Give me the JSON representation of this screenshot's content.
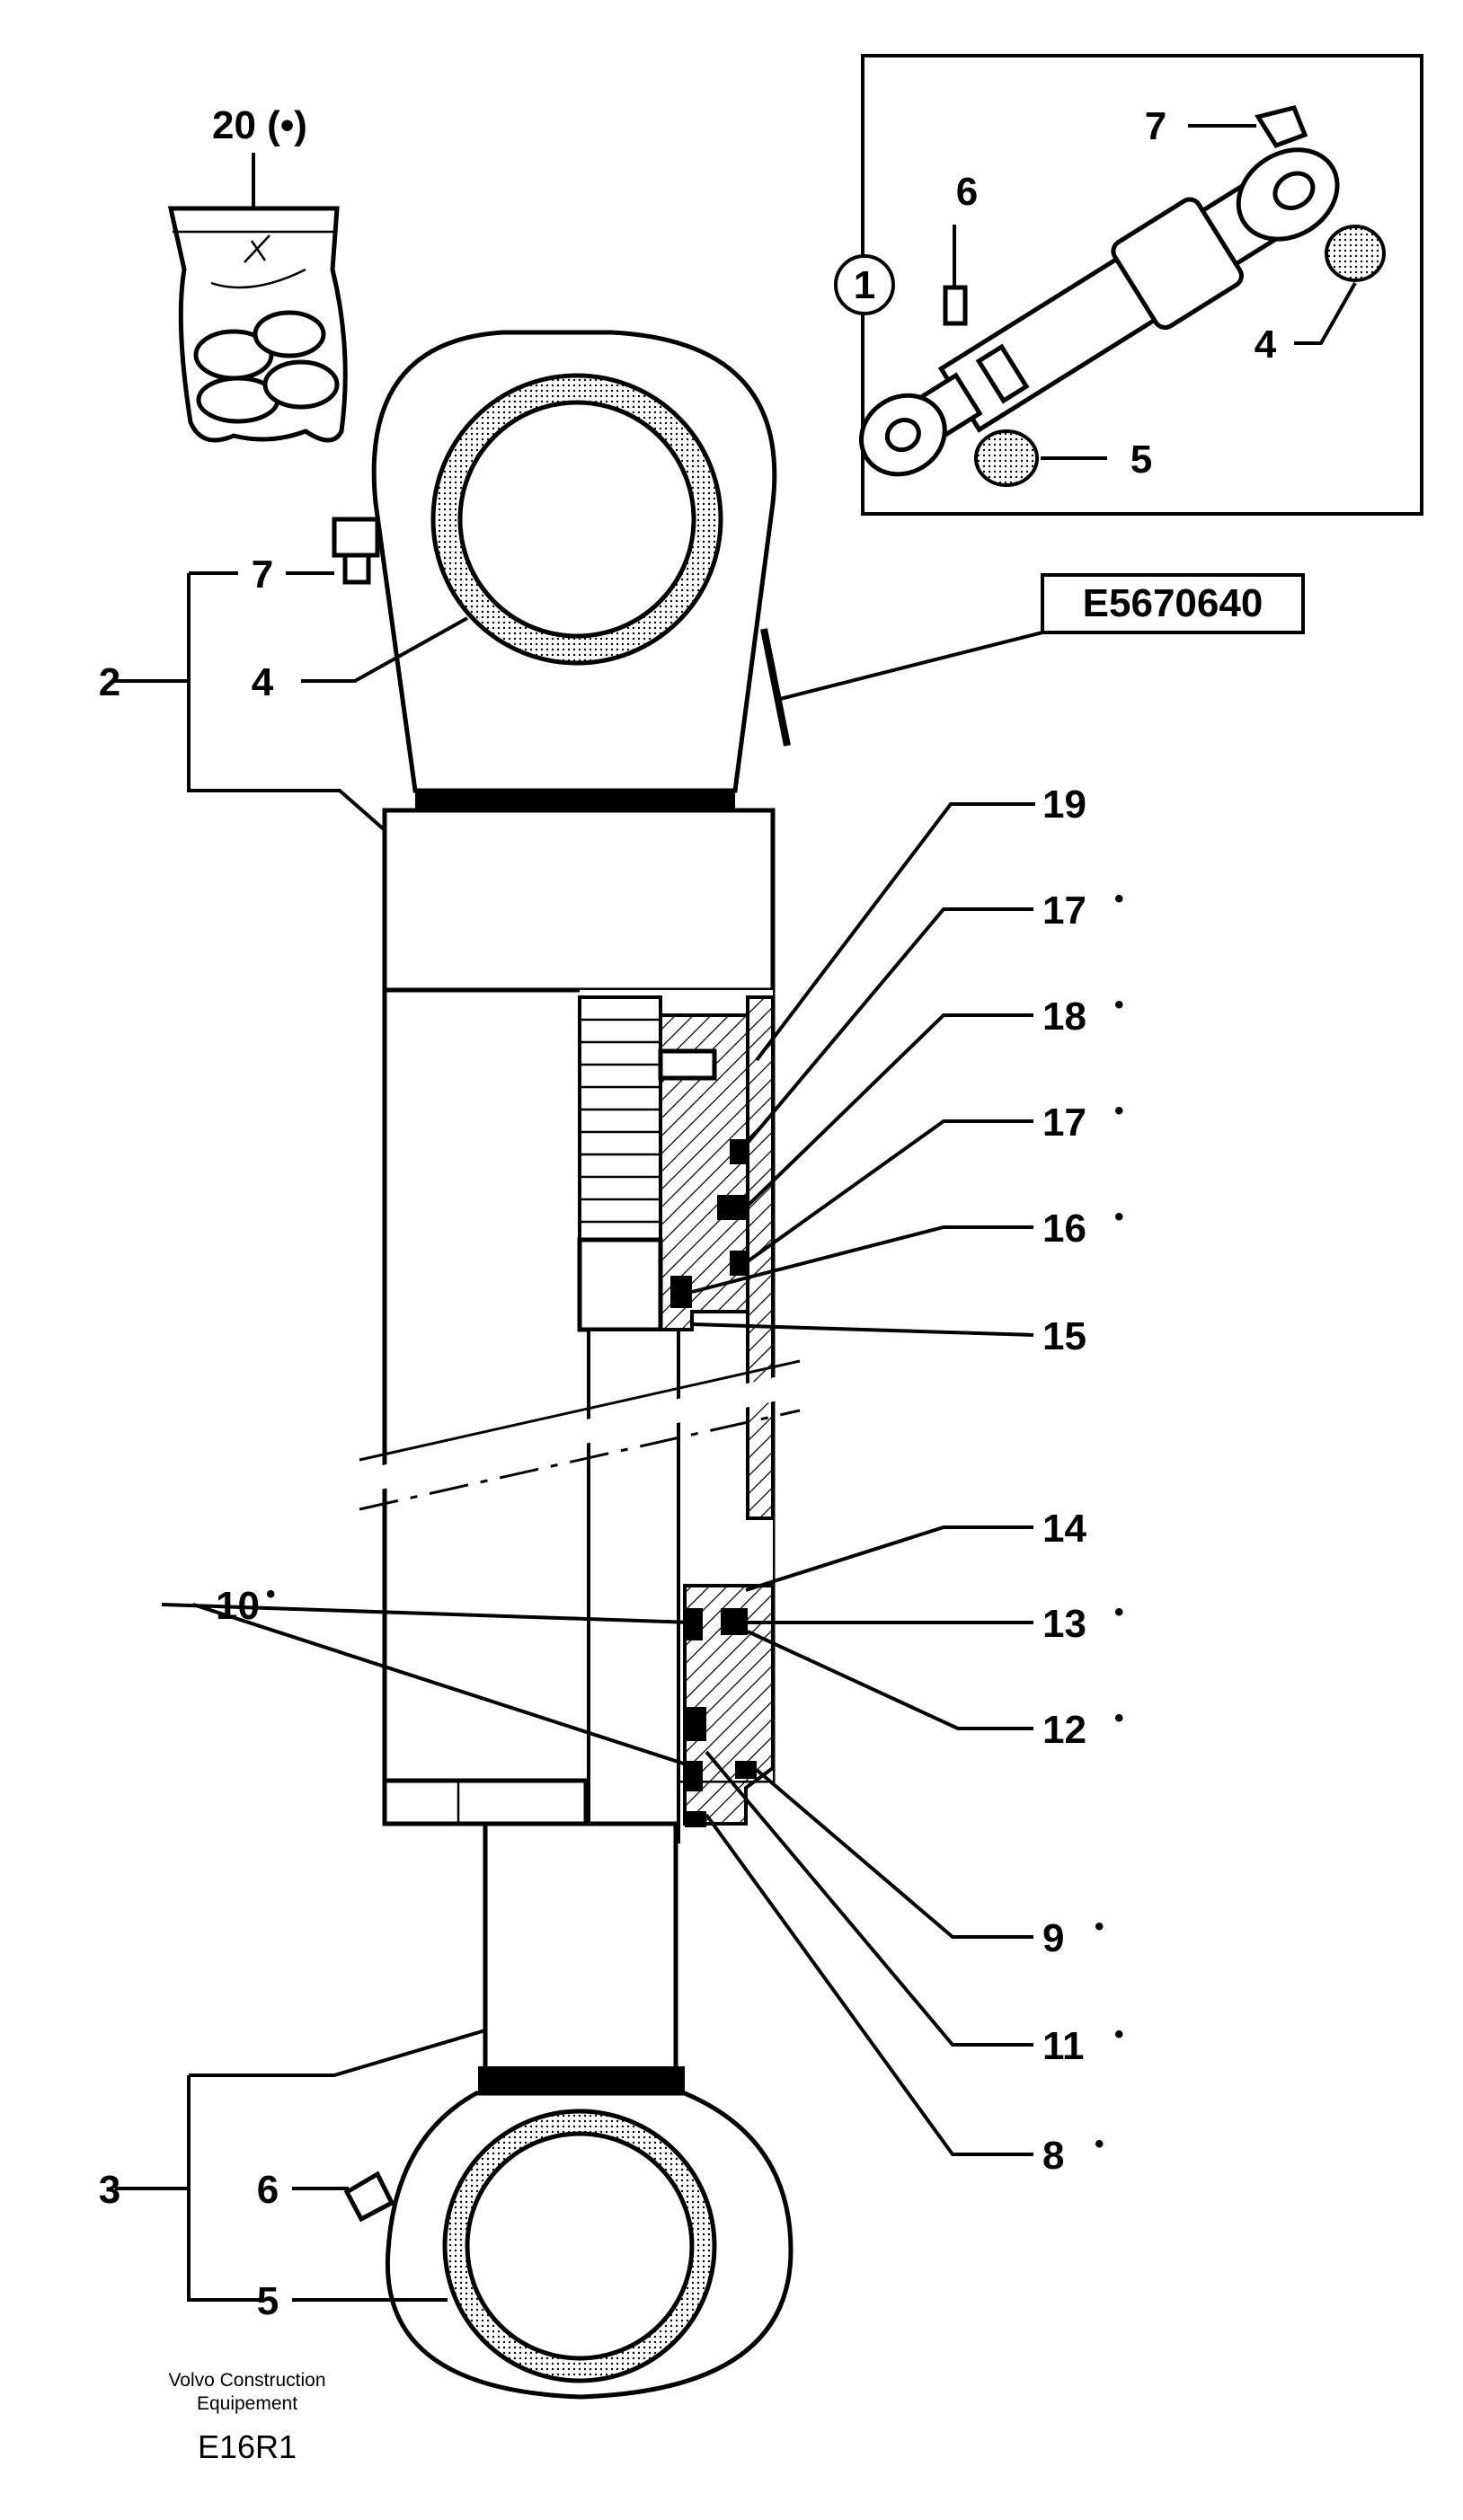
{
  "diagram": {
    "part_number": "E5670640",
    "bag_label": "20 (•)",
    "inset_ref": "1",
    "manufacturer_line1": "Volvo Construction",
    "manufacturer_line2": "Equipement",
    "drawing_code": "E16R1",
    "star_marker": "•",
    "labels": {
      "l2": "2",
      "l3": "3",
      "l4": "4",
      "l5": "5",
      "l6": "6",
      "l7": "7",
      "l8": "8",
      "l9": "9",
      "l10": "10",
      "l11": "11",
      "l12": "12",
      "l13": "13",
      "l14": "14",
      "l15": "15",
      "l16": "16",
      "l17a": "17",
      "l17b": "17",
      "l18": "18",
      "l19": "19",
      "inset4": "4",
      "inset5": "5",
      "inset6": "6",
      "inset7": "7"
    }
  }
}
